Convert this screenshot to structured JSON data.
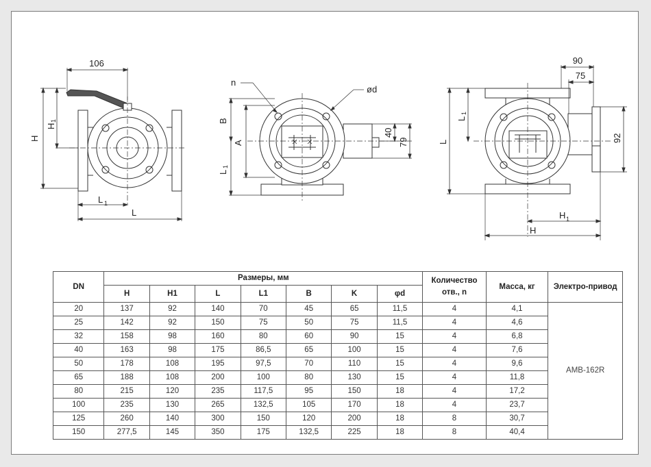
{
  "dimensions": {
    "left_view": {
      "top_width": "106",
      "height": "H",
      "h1": "H",
      "h1_sub": "1",
      "l1": "L",
      "l1_sub": "1",
      "l": "L"
    },
    "mid_view": {
      "n": "n",
      "phi_d": "ød",
      "b": "B",
      "a": "A",
      "l1": "L",
      "l1_sub": "1",
      "v40": "40",
      "v79": "79"
    },
    "right_view": {
      "v90": "90",
      "v75": "75",
      "v92": "92",
      "l1": "L",
      "l1_sub": "1",
      "l": "L",
      "h1": "H",
      "h1_sub": "1",
      "h": "H"
    }
  },
  "table": {
    "head": {
      "dn": "DN",
      "sizes": "Размеры, мм",
      "holes": "Количество отв., n",
      "mass": "Масса, кг",
      "actuator": "Электро-привод",
      "sub": [
        "H",
        "H1",
        "L",
        "L1",
        "B",
        "K",
        "φd"
      ]
    },
    "actuator_value": "AMB-162R",
    "rows": [
      [
        "20",
        "137",
        "92",
        "140",
        "70",
        "45",
        "65",
        "11,5",
        "4",
        "4,1"
      ],
      [
        "25",
        "142",
        "92",
        "150",
        "75",
        "50",
        "75",
        "11,5",
        "4",
        "4,6"
      ],
      [
        "32",
        "158",
        "98",
        "160",
        "80",
        "60",
        "90",
        "15",
        "4",
        "6,8"
      ],
      [
        "40",
        "163",
        "98",
        "175",
        "86,5",
        "65",
        "100",
        "15",
        "4",
        "7,6"
      ],
      [
        "50",
        "178",
        "108",
        "195",
        "97,5",
        "70",
        "110",
        "15",
        "4",
        "9,6"
      ],
      [
        "65",
        "188",
        "108",
        "200",
        "100",
        "80",
        "130",
        "15",
        "4",
        "11,8"
      ],
      [
        "80",
        "215",
        "120",
        "235",
        "117,5",
        "95",
        "150",
        "18",
        "4",
        "17,2"
      ],
      [
        "100",
        "235",
        "130",
        "265",
        "132,5",
        "105",
        "170",
        "18",
        "4",
        "23,7"
      ],
      [
        "125",
        "260",
        "140",
        "300",
        "150",
        "120",
        "200",
        "18",
        "8",
        "30,7"
      ],
      [
        "150",
        "277,5",
        "145",
        "350",
        "175",
        "132,5",
        "225",
        "18",
        "8",
        "40,4"
      ]
    ]
  }
}
